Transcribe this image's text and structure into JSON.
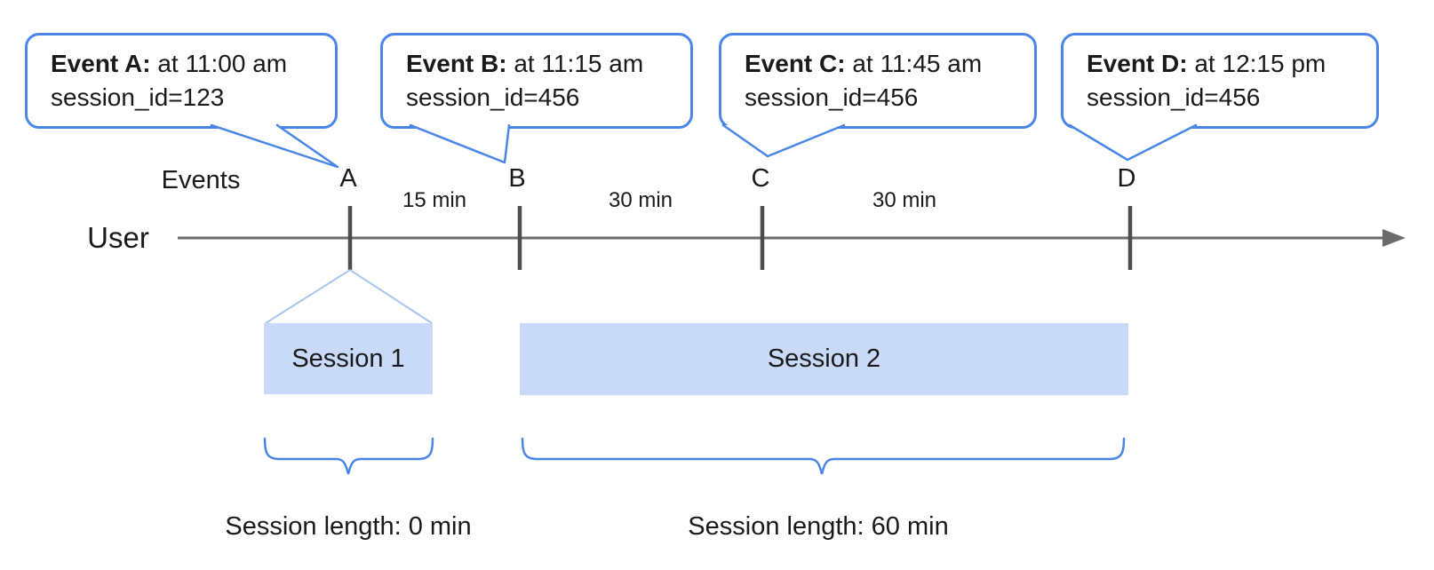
{
  "diagram": {
    "title_hint": "Event sessionization timeline",
    "events_axis_label": "Events",
    "user_label": "User",
    "bubbles": [
      {
        "label": "Event A:",
        "time": "at 11:00 am",
        "session": "session_id=123"
      },
      {
        "label": "Event B:",
        "time": "at 11:15 am",
        "session": "session_id=456"
      },
      {
        "label": "Event C:",
        "time": "at 11:45 am",
        "session": "session_id=456"
      },
      {
        "label": "Event D:",
        "time": "at 12:15 pm",
        "session": "session_id=456"
      }
    ],
    "event_markers": [
      "A",
      "B",
      "C",
      "D"
    ],
    "intervals": [
      "15 min",
      "30 min",
      "30 min"
    ],
    "sessions": [
      {
        "name": "Session 1",
        "length_label": "Session length: 0 min"
      },
      {
        "name": "Session 2",
        "length_label": "Session length: 60 min"
      }
    ],
    "colors": {
      "bubble_border": "#4a86e8",
      "session_fill": "#c9daf8",
      "funnel": "#a8c6f0",
      "axis": "#6b6b6b",
      "tick": "#4d4d4d",
      "ink": "#1a1a1a"
    }
  }
}
